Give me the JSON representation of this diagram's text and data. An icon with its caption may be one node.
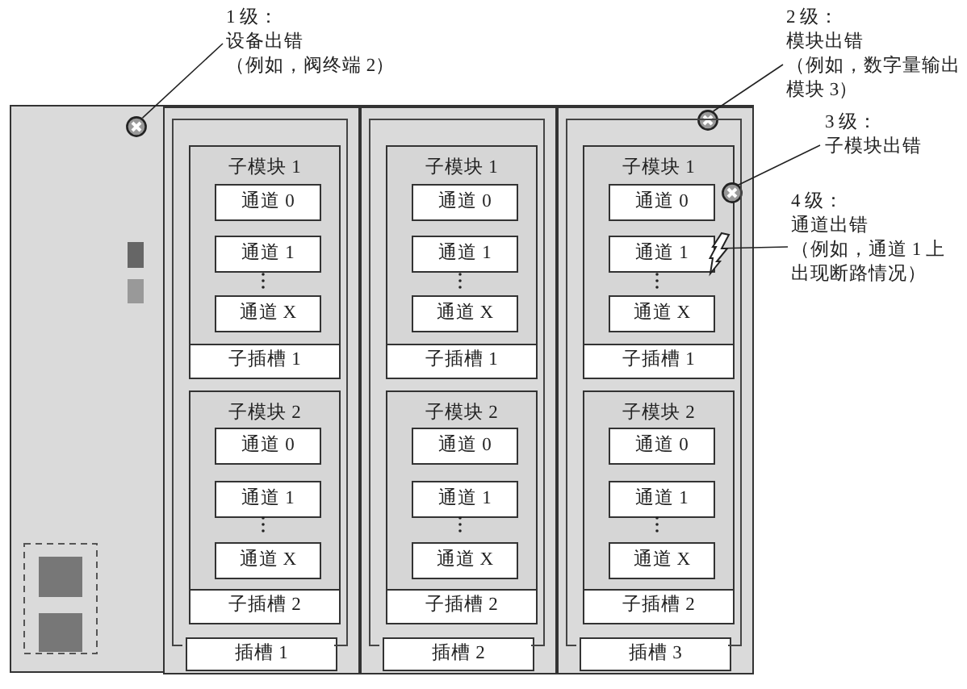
{
  "diagram": {
    "nodes": [
      {
        "text": [],
        "shape": "box"
      },
      {
        "text": [],
        "shape": "box",
        "in": 0
      },
      {
        "text": [
          "子模块 1"
        ],
        "in": 1
      },
      {
        "text": [
          "通道 0"
        ],
        "in": 2
      },
      {
        "text": [
          "通道 1"
        ],
        "in": 2
      },
      {
        "text": [
          "通道 X"
        ],
        "in": 2
      },
      {
        "text": [
          "子插槽 1"
        ],
        "in": 1
      },
      {
        "text": [
          "子模块 2"
        ],
        "in": 1
      },
      {
        "text": [
          "通道 0"
        ],
        "in": 7
      },
      {
        "text": [
          "通道 1"
        ],
        "in": 7
      },
      {
        "text": [
          "通道 X"
        ],
        "in": 7
      },
      {
        "text": [
          "子插槽 2"
        ],
        "in": 1
      },
      {
        "text": [
          "插槽 1"
        ],
        "in": 1
      },
      {
        "text": [],
        "shape": "box",
        "in": 0
      },
      {
        "text": [
          "子模块 1"
        ],
        "in": 13
      },
      {
        "text": [
          "通道 0"
        ],
        "in": 14
      },
      {
        "text": [
          "通道 1"
        ],
        "in": 14
      },
      {
        "text": [
          "通道 X"
        ],
        "in": 14
      },
      {
        "text": [
          "子插槽 1"
        ],
        "in": 13
      },
      {
        "text": [
          "子模块 2"
        ],
        "in": 13
      },
      {
        "text": [
          "通道 0"
        ],
        "in": 19
      },
      {
        "text": [
          "通道 1"
        ],
        "in": 19
      },
      {
        "text": [
          "通道 X"
        ],
        "in": 19
      },
      {
        "text": [
          "子插槽 2"
        ],
        "in": 13
      },
      {
        "text": [
          "插槽 2"
        ],
        "in": 13
      },
      {
        "text": [],
        "shape": "box",
        "in": 0
      },
      {
        "text": [
          "子模块 1"
        ],
        "in": 25
      },
      {
        "text": [
          "通道 0"
        ],
        "in": 26
      },
      {
        "text": [
          "通道 1"
        ],
        "in": 26
      },
      {
        "text": [
          "通道 X"
        ],
        "in": 26
      },
      {
        "text": [
          "子插槽 1"
        ],
        "in": 25
      },
      {
        "text": [
          "子模块 2"
        ],
        "in": 25
      },
      {
        "text": [
          "通道 0"
        ],
        "in": 31
      },
      {
        "text": [
          "通道 1"
        ],
        "in": 31
      },
      {
        "text": [
          "通道 X"
        ],
        "in": 31
      },
      {
        "text": [
          "子插槽 2"
        ],
        "in": 25
      },
      {
        "text": [
          "插槽 3"
        ],
        "in": 25
      },
      {
        "text": [],
        "shape": "circle",
        "in": 0
      },
      {
        "text": [],
        "shape": "circle",
        "in": 25
      },
      {
        "text": [],
        "shape": "circle",
        "in": 25
      },
      {
        "text": [],
        "shape": "lightning",
        "in": 26
      },
      {
        "text": [
          "1 级：",
          "设备出错",
          "（例如，阀终端 2）"
        ]
      },
      {
        "text": [
          "2 级：",
          "模块出错",
          "（例如，数字量输出模块 3）"
        ]
      },
      {
        "text": [
          "3 级：",
          "子模块出错"
        ]
      },
      {
        "text": [
          "4 级：",
          "通道出错",
          "（例如，通道 1 上出现断路情况）"
        ]
      }
    ],
    "edges": [
      {
        "from": 41,
        "to": 37,
        "arrow": "none"
      },
      {
        "from": 42,
        "to": 38,
        "arrow": "none"
      },
      {
        "from": 43,
        "to": 39,
        "arrow": "none"
      },
      {
        "from": 44,
        "to": 40,
        "arrow": "none"
      }
    ]
  }
}
